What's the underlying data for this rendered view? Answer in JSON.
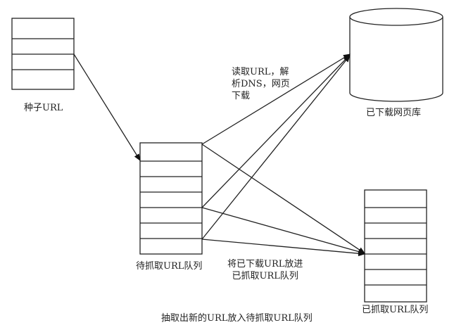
{
  "nodes": {
    "seed_queue": {
      "label": "种子URL",
      "rows": 4
    },
    "todo_queue": {
      "label": "待抓取URL队列",
      "rows": 7
    },
    "downloaded_db": {
      "label": "已下载网页库"
    },
    "crawled_queue": {
      "label": "已抓取URL队列",
      "rows": 7
    }
  },
  "annotations": {
    "download_step": [
      "读取URL，解",
      "析DNS，网页",
      "下载"
    ],
    "move_step": [
      "将已下载URL放进",
      "已抓取URL队列"
    ],
    "extract_step": "抽取出新的URL放入待抓取URL队列"
  },
  "edges": [
    {
      "from": "seed_queue",
      "to": "todo_queue"
    },
    {
      "from": "todo_queue",
      "to": "downloaded_db"
    },
    {
      "from": "todo_queue",
      "to": "crawled_queue"
    }
  ]
}
